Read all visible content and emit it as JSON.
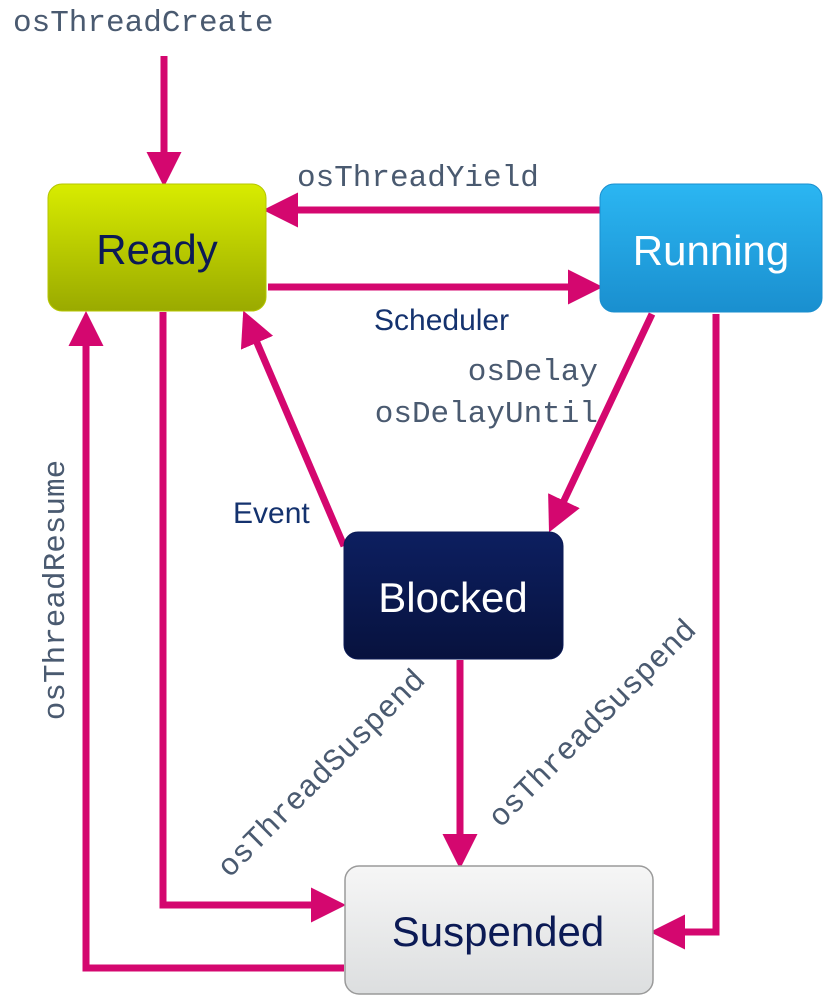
{
  "colors": {
    "arrow": "#d4076f",
    "ready_fill": "#c2d600",
    "running_fill": "#1ea6e6",
    "blocked_fill": "#0b1a55",
    "suspended_fill": "#e8e9ea"
  },
  "states": {
    "ready": "Ready",
    "running": "Running",
    "blocked": "Blocked",
    "suspended": "Suspended"
  },
  "transitions": {
    "create": "osThreadCreate",
    "yield": "osThreadYield",
    "scheduler": "Scheduler",
    "delay": "osDelay",
    "delay_until": "osDelayUntil",
    "event": "Event",
    "resume": "osThreadResume",
    "suspend_from_blocked": "osThreadSuspend",
    "suspend_from_running": "osThreadSuspend"
  }
}
